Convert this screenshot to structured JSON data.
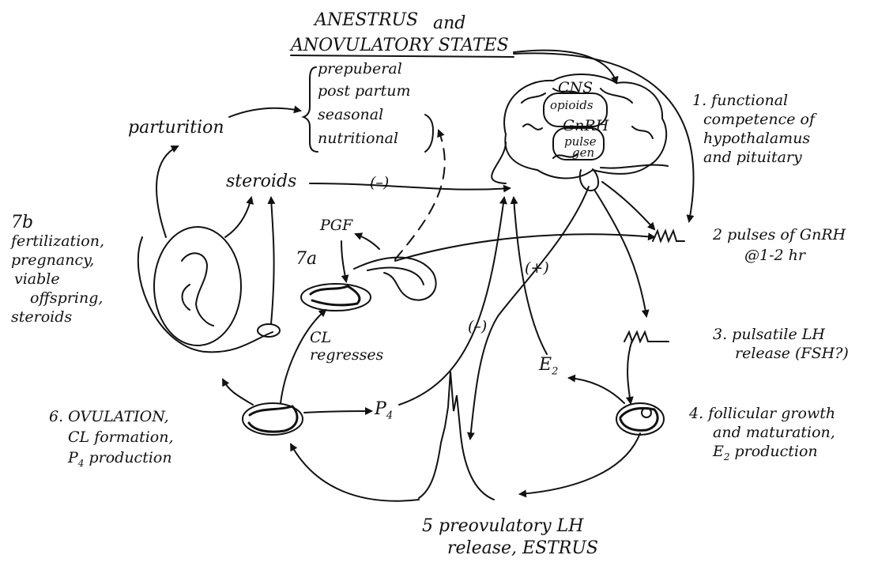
{
  "title": {
    "line1": "ANESTRUS",
    "line1b": "and",
    "line2": "ANOVULATORY STATES"
  },
  "states": [
    "prepuberal",
    "post partum",
    "seasonal",
    "nutritional"
  ],
  "labels": {
    "parturition": "parturition",
    "steroids_top": "steroids",
    "neg_feedback_top": "(–)",
    "pgf": "PGF",
    "label_7a": "7a",
    "cl_regresses_1": "CL",
    "cl_regresses_2": "regresses",
    "neg_p4": "(–)",
    "pos_e2": "(+)",
    "e2": "E",
    "e2_sub": "2",
    "p4": "P",
    "p4_sub": "4",
    "cns": "CNS",
    "opioids": "opioids",
    "gnrh": "GnRH",
    "pulse": "pulse",
    "gen": "gen"
  },
  "steps": {
    "s1": [
      "1. functional",
      "competence of",
      "hypothalamus",
      "and pituitary"
    ],
    "s2": [
      "2 pulses of GnRH",
      "@1-2 hr"
    ],
    "s3": [
      "3. pulsatile LH",
      "release (FSH?)"
    ],
    "s4": [
      "4. follicular growth",
      "and maturation,",
      "E",
      "2",
      " production"
    ],
    "s5": [
      "5 preovulatory LH",
      "release, ESTRUS"
    ],
    "s6": [
      "6. OVULATION,",
      "CL formation,",
      "P",
      "4",
      " production"
    ],
    "s7b": [
      "7b",
      "fertilization,",
      "pregnancy,",
      "viable",
      "offspring,",
      "steroids"
    ]
  },
  "colors": {
    "ink": "#111111",
    "paper": "#ffffff"
  }
}
